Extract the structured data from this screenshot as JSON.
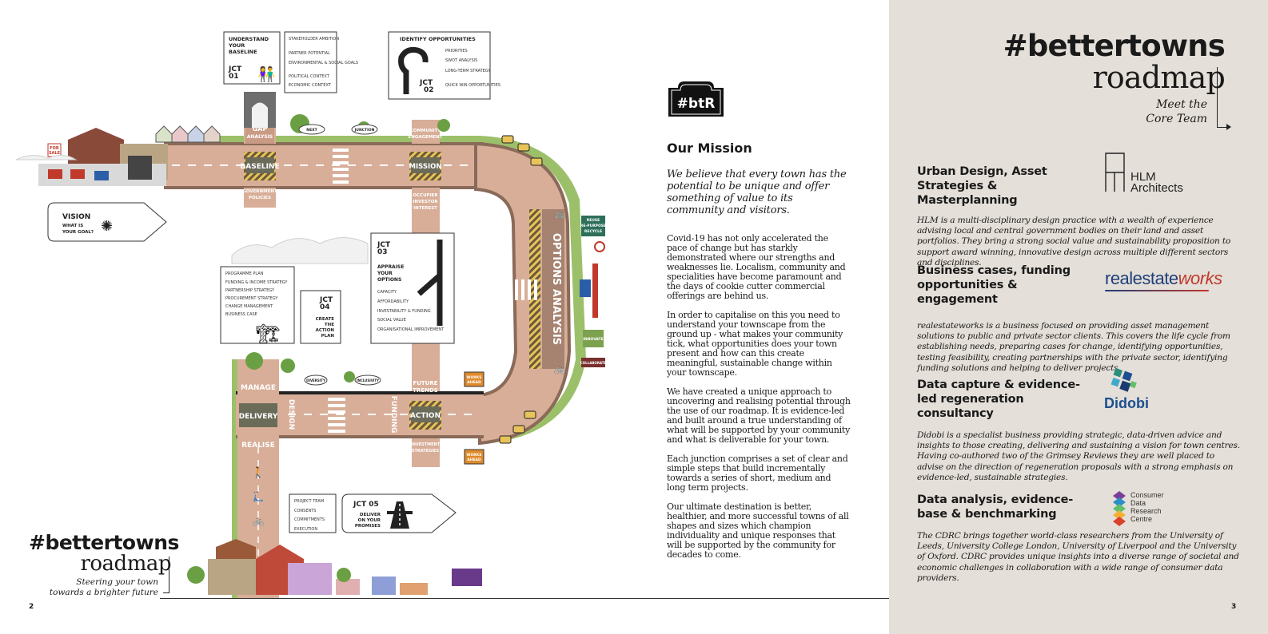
{
  "page": {
    "left_page_number": "2",
    "right_page_number": "3"
  },
  "left_brand": {
    "hashtag": "#bettertowns",
    "roadmap": "roadmap",
    "strapline_1": "Steering your town",
    "strapline_2": "towards a brighter future"
  },
  "roadmap": {
    "jct01": {
      "title": [
        "UNDERSTAND",
        "YOUR",
        "BASELINE"
      ],
      "code": [
        "JCT",
        "01"
      ],
      "items": [
        "STAKEHOLDER AMBITION",
        "PARTNER POTENTIAL",
        "ENVIRONMENTAL & SOCIAL GOALS",
        "POLITICAL CONTEXT",
        "ECONOMIC CONTEXT"
      ]
    },
    "jct02": {
      "title": "IDENTIFY OPPORTUNITIES",
      "code": [
        "JCT",
        "02"
      ],
      "items": [
        "PRIORITIES",
        "SWOT ANALYSIS",
        "LONG-TERM STRATEGY",
        "QUICK WIN OPPORTUNITIES"
      ]
    },
    "jct03": {
      "code": [
        "JCT",
        "03"
      ],
      "title": [
        "APPRAISE",
        "YOUR",
        "OPTIONS"
      ],
      "items": [
        "CAPACITY",
        "AFFORDABILITY",
        "INVESTABILITY & FUNDING",
        "SOCIAL VALUE",
        "ORGANISATIONAL IMPROVEMENT"
      ]
    },
    "jct04": {
      "code": [
        "JCT",
        "04"
      ],
      "title": [
        "CREATE",
        "THE",
        "ACTION",
        "PLAN"
      ],
      "items": [
        "PROGRAMME PLAN",
        "FUNDING & INCOME STRATEGY",
        "PARTNERSHIP STRATEGY",
        "PROCUREMENT STRATEGY",
        "CHANGE MANAGEMENT",
        "BUSINESS CASE"
      ]
    },
    "jct05": {
      "code": "JCT 05",
      "title": [
        "DELIVER",
        "ON YOUR",
        "PROMISES"
      ],
      "items": [
        "PROJECT TEAM",
        "CONSENTS",
        "COMMITMENTS",
        "EXECUTION"
      ]
    },
    "vision": {
      "title": "VISION",
      "sub": [
        "WHAT IS",
        "YOUR GOAL?"
      ]
    },
    "road_labels": {
      "gap_analysis": [
        "GAP",
        "ANALYSIS"
      ],
      "baseline": "BASELINE",
      "government_policies": [
        "GOVERNMENT",
        "POLICIES"
      ],
      "mission": "MISSION",
      "community_engagement": [
        "COMMUNITY",
        "ENGAGEMENT"
      ],
      "occupier_investor_interest": [
        "OCCUPIER",
        "INVESTOR",
        "INTEREST"
      ],
      "options_analysis": "OPTIONS ANALYSIS",
      "manage": "MANAGE",
      "delivery": "DELIVERY",
      "realise": "REALISE",
      "design": "DESIGN",
      "funding": "FUNDING",
      "action": "ACTION",
      "future_trends": [
        "FUTURE",
        "TRENDS"
      ],
      "investment_strategies": [
        "INVESTMENT",
        "STRATEGIES"
      ],
      "next": "NEXT",
      "junction": "JUNCTION",
      "diversity": "DIVERSITY",
      "inclusivity": "INCLUSIVITY",
      "works_ahead": [
        "WORKS",
        "AHEAD"
      ],
      "reuse": [
        "REUSE",
        "RE-PURPOSE",
        "RECYCLE"
      ],
      "innovate": "INNOVATE",
      "collaborate": "COLLABORATE",
      "for_sale": [
        "FOR",
        "SALE"
      ]
    }
  },
  "btr_logo": "#btR",
  "mission": {
    "heading": "Our Mission",
    "lead": "We believe that every town has the potential to be unique and offer something of value to its community and visitors.",
    "paragraphs": [
      "Covid-19 has not only accelerated the pace of change but has starkly demonstrated where our strengths and weaknesses lie. Localism, community and specialities have become paramount and the days of cookie cutter commercial offerings are behind us.",
      "In order to capitalise on this you need to understand your townscape from the ground up - what makes your community tick, what opportunities does your town present and how can this create meaningful, sustainable change within your townscape.",
      "We have created a unique approach to uncovering and realising potential through the use of our roadmap. It is evidence-led and built around a true understanding of what will be supported by your community and what is deliverable for your town.",
      "Each junction comprises a set of clear and simple steps that build incrementally towards a series of short, medium and long term projects.",
      "Our ultimate destination is better, healthier, and more successful towns of all shapes and sizes which champion individuality and unique responses that will be supported by the community for decades to come."
    ]
  },
  "right_brand": {
    "hashtag": "#bettertowns",
    "roadmap": "roadmap",
    "sub_1": "Meet the",
    "sub_2": "Core Team"
  },
  "partners": [
    {
      "heading": "Urban Design, Asset Strategies & Masterplanning",
      "logo": "HLM Architects",
      "logo_line_1": "HLM",
      "logo_line_2": "Architects",
      "text": "HLM is a multi-disciplinary design practice with a wealth of experience advising local and central government bodies on their land and asset portfolios. They bring a strong social value and sustainability proposition to support award winning, innovative design across multiple different sectors and disciplines."
    },
    {
      "heading": "Business cases, funding opportunities & engagement",
      "logo": "realestateworks",
      "logo_part_1": "realestate",
      "logo_part_2": "works",
      "text": "realestateworks is a business focused on providing asset management solutions to public and private sector clients. This covers the life cycle from establishing needs, preparing cases for change, identifying opportunities, testing feasibility, creating partnerships with the private sector, identifying funding solutions and helping to deliver projects."
    },
    {
      "heading": "Data capture & evidence-led regeneration consultancy",
      "logo": "Didobi",
      "text": "Didobi is a specialist business providing strategic, data-driven advice and insights to those creating, delivering and sustaining a vision for town centres. Having co-authored two of the Grimsey Reviews they are well placed to advise on the direction of regeneration proposals with a strong emphasis on evidence-led, sustainable strategies."
    },
    {
      "heading": "Data analysis, evidence-base & benchmarking",
      "logo": "Consumer Data Research Centre",
      "logo_lines": [
        "Consumer",
        "Data",
        "Research",
        "Centre"
      ],
      "text": "The CDRC brings together world-class researchers from the University of Leeds, University College London, University of Liverpool and the University of Oxford. CDRC provides unique insights into a diverse range of societal and economic challenges in collaboration with a wide range of consumer data providers."
    }
  ],
  "colors": {
    "road": "#d8ae98",
    "road_dark": "#a58370",
    "road_edge": "#8a6a58",
    "panel": "#e4dfd8",
    "grass": "#9cc06a",
    "hlm": "#222222",
    "rew_blue": "#1f3f7a",
    "rew_red": "#c0392b",
    "didobi_blue": "#1b4f8f"
  }
}
